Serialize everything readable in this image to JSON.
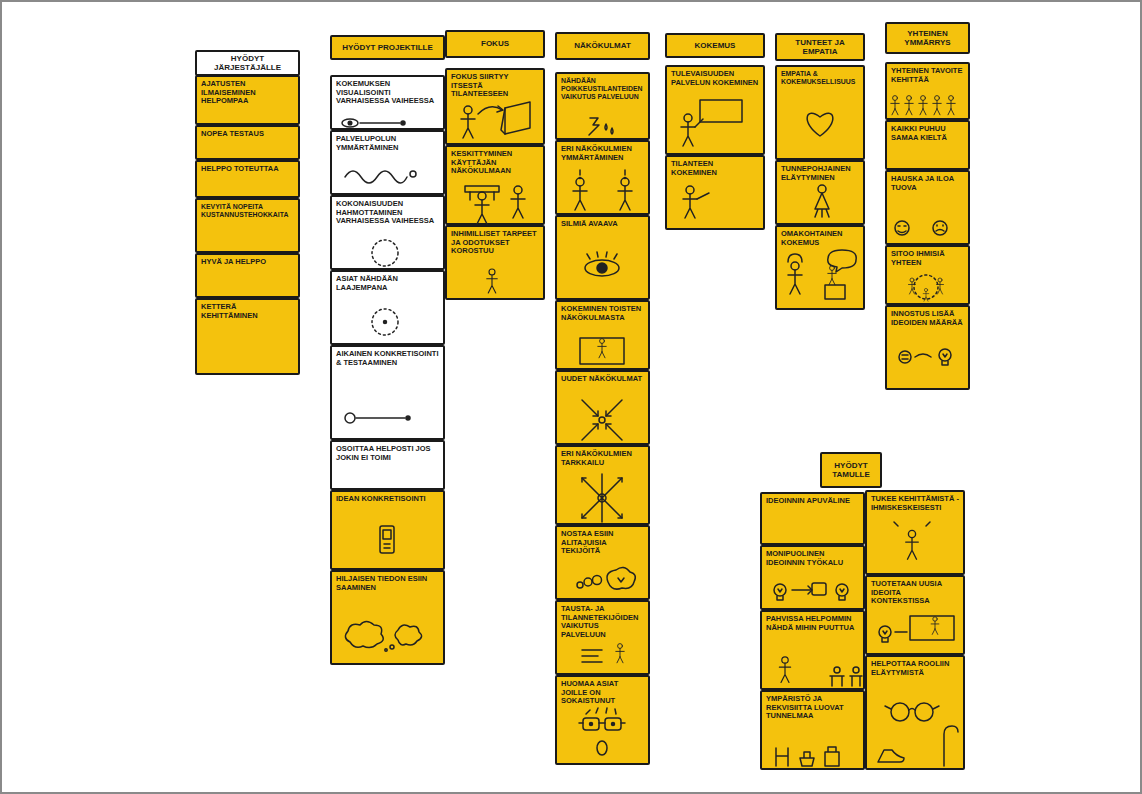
{
  "diagram": {
    "nodes": [
      {
        "text": [
          "HYÖDYT JÄRJESTÄJÄLLE"
        ]
      },
      {
        "text": [
          "AJATUSTEN ILMAISEMINEN HELPOMPAA"
        ],
        "in": 0
      },
      {
        "text": [
          "NOPEA TESTAUS"
        ],
        "in": 0
      },
      {
        "text": [
          "HELPPO TOTEUTTAA"
        ],
        "in": 0
      },
      {
        "text": [
          "KEVYITÄ NOPEITA KUSTANNUSTEHOKKAITA"
        ],
        "in": 0
      },
      {
        "text": [
          "HYVÄ JA HELPPO"
        ],
        "in": 0
      },
      {
        "text": [
          "KETTERÄ KEHITTÄMINEN"
        ],
        "in": 0
      },
      {
        "text": [
          "HYÖDYT PROJEKTILLE"
        ]
      },
      {
        "text": [
          "KOKEMUKSEN VISUALISOINTI VARHAISESSA VAIHEESSA"
        ],
        "in": 7
      },
      {
        "text": [
          "PALVELUPOLUN YMMÄRTÄMINEN"
        ],
        "in": 7
      },
      {
        "text": [
          "KOKONAISUUDEN HAHMOTTAMINEN VARHAISESSA VAIHEESSA"
        ],
        "in": 7
      },
      {
        "text": [
          "ASIAT NÄHDÄÄN LAAJEMPANA"
        ],
        "in": 7
      },
      {
        "text": [
          "AIKAINEN KONKRETISOINTI & TESTAAMINEN"
        ],
        "in": 7
      },
      {
        "text": [
          "OSOITTAA HELPOSTI JOS JOKIN EI TOIMI"
        ],
        "in": 7
      },
      {
        "text": [
          "IDEAN KONKRETISOINTI"
        ],
        "in": 7
      },
      {
        "text": [
          "HILJAISEN TIEDON ESIIN SAAMINEN"
        ],
        "in": 7
      },
      {
        "text": [
          "FOKUS"
        ]
      },
      {
        "text": [
          "FOKUS SIIRTYY ITSESTÄ TILANTEESEEN"
        ],
        "in": 16
      },
      {
        "text": [
          "KESKITTYMINEN KÄYTTÄJÄN NÄKÖKULMAAN"
        ],
        "in": 16
      },
      {
        "text": [
          "INHIMILLISET TARPEET JA ODOTUKSET KOROSTUU"
        ],
        "in": 16
      },
      {
        "text": [
          "NÄKÖKULMAT"
        ]
      },
      {
        "text": [
          "NÄHDÄÄN POIKKEUSTILANTEIDEN VAIKUTUS PALVELUUN"
        ],
        "in": 20
      },
      {
        "text": [
          "ERI NÄKÖKULMIEN YMMÄRTÄMINEN"
        ],
        "in": 20
      },
      {
        "text": [
          "SILMIÄ AVAAVA"
        ],
        "in": 20
      },
      {
        "text": [
          "KOKEMINEN TOISTEN NÄKÖKULMASTA"
        ],
        "in": 20
      },
      {
        "text": [
          "UUDET NÄKÖKULMAT"
        ],
        "in": 20
      },
      {
        "text": [
          "ERI NÄKÖKULMIEN TARKKAILU"
        ],
        "in": 20
      },
      {
        "text": [
          "NOSTAA ESIIN ALITAJUISIA TEKIJÖITÄ"
        ],
        "in": 20
      },
      {
        "text": [
          "TAUSTA- JA TILANNETEKIJÖIDEN VAIKUTUS PALVELUUN"
        ],
        "in": 20
      },
      {
        "text": [
          "HUOMAA ASIAT JOILLE ON SOKAISTUNUT"
        ],
        "in": 20
      },
      {
        "text": [
          "KOKEMUS"
        ]
      },
      {
        "text": [
          "TULEVAISUUDEN PALVELUN KOKEMINEN"
        ],
        "in": 30
      },
      {
        "text": [
          "TILANTEEN KOKEMINEN"
        ],
        "in": 30
      },
      {
        "text": [
          "TUNTEET JA EMPATIA"
        ]
      },
      {
        "text": [
          "EMPATIA & KOKEMUKSELLISUUS"
        ],
        "in": 33
      },
      {
        "text": [
          "TUNNEPOHJAINEN ELÄYTYMINEN"
        ],
        "in": 33
      },
      {
        "text": [
          "OMAKOHTAINEN KOKEMUS"
        ],
        "in": 33
      },
      {
        "text": [
          "YHTEINEN YMMÄRRYS"
        ]
      },
      {
        "text": [
          "YHTEINEN TAVOITE KEHITTÄÄ"
        ],
        "in": 37
      },
      {
        "text": [
          "KAIKKI PUHUU SAMAA KIELTÄ"
        ],
        "in": 37
      },
      {
        "text": [
          "HAUSKA JA ILOA TUOVA"
        ],
        "in": 37
      },
      {
        "text": [
          "SITOO IHMISIÄ YHTEEN"
        ],
        "in": 37
      },
      {
        "text": [
          "INNOSTUS LISÄÄ IDEOIDEN MÄÄRÄÄ"
        ],
        "in": 37
      },
      {
        "text": [
          "HYÖDYT TAMULLE"
        ]
      },
      {
        "text": [
          "IDEOINNIN APUVÄLINE"
        ],
        "in": 43
      },
      {
        "text": [
          "MONIPUOLINEN IDEOINNIN TYÖKALU"
        ],
        "in": 43
      },
      {
        "text": [
          "PAHVISSA HELPOMMIN NÄHDÄ MIHIN PUUTTUA"
        ],
        "in": 43
      },
      {
        "text": [
          "YMPÄRISTÖ JA REKVISIITTA LUOVAT TUNNELMAA"
        ],
        "in": 43
      },
      {
        "text": [
          "TUKEE KEHITTÄMISTÄ - IHMISKESKEISESTI"
        ],
        "in": 43
      },
      {
        "text": [
          "TUOTETAAN UUSIA IDEOITA KONTEKSTISSA"
        ],
        "in": 43
      },
      {
        "text": [
          "HELPOTTAA ROOLIIN ELÄYTYMISTÄ"
        ],
        "in": 43
      }
    ]
  }
}
